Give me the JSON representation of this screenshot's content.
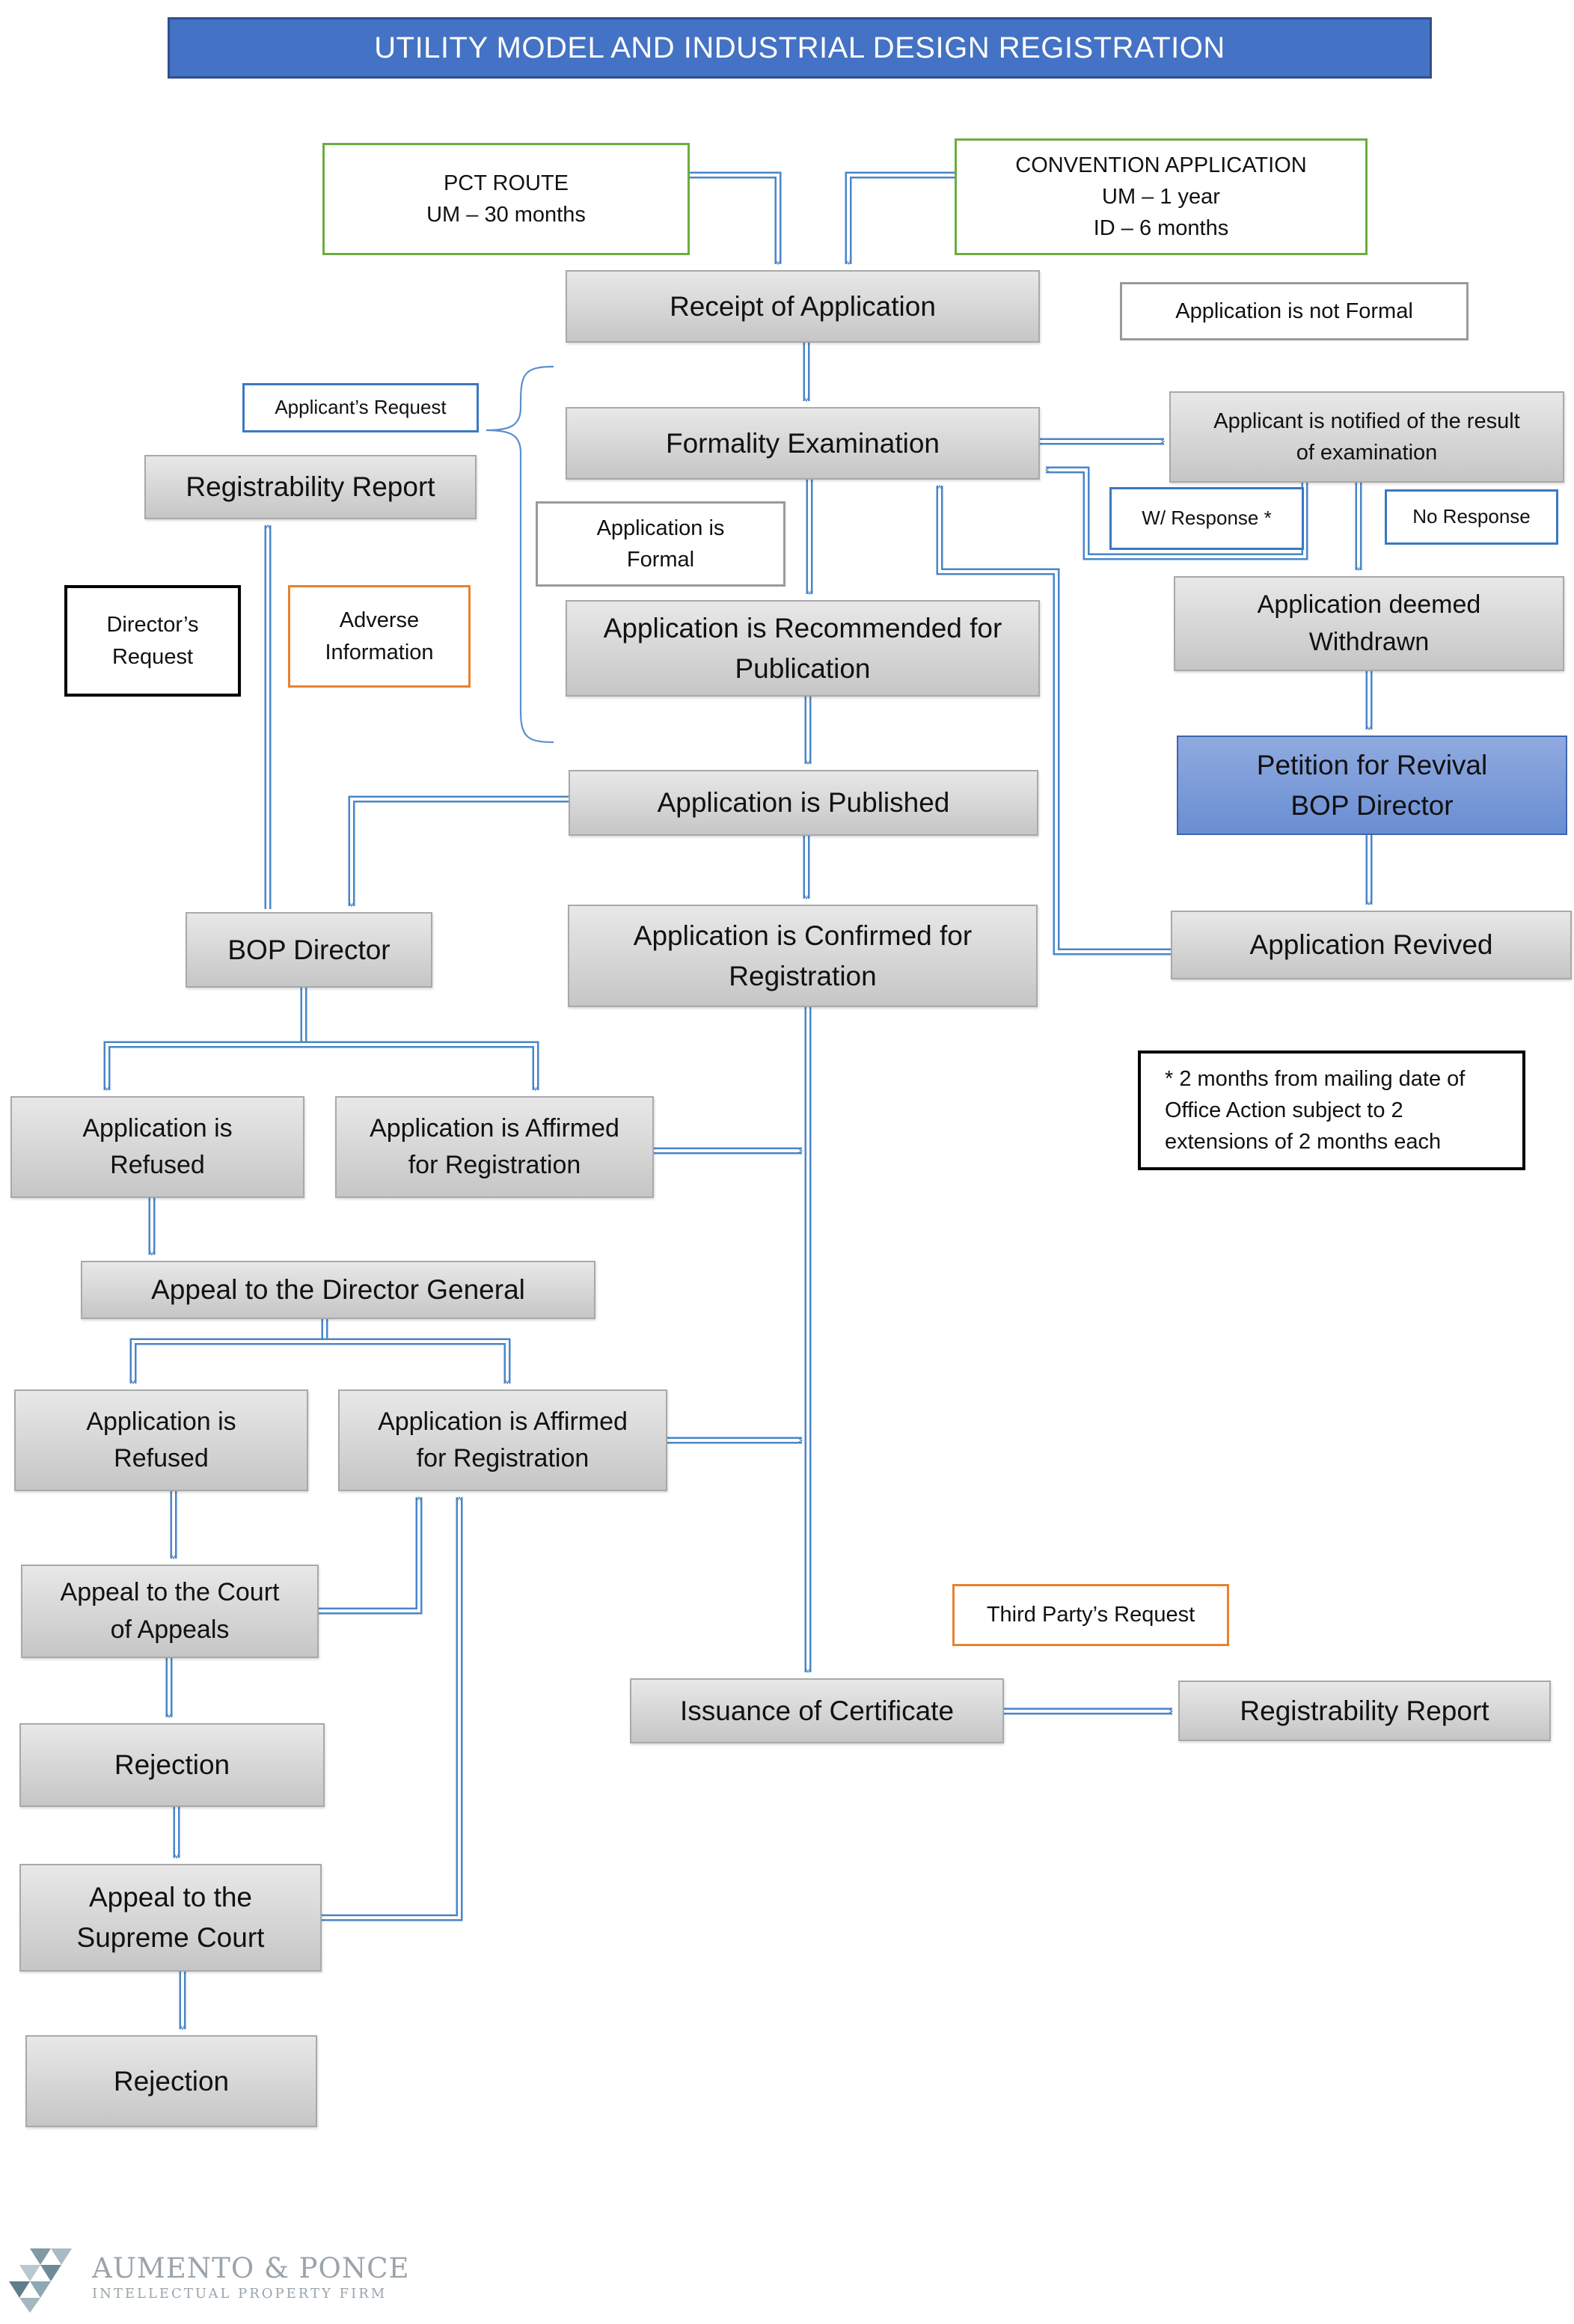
{
  "title": "UTILITY MODEL AND INDUSTRIAL DESIGN REGISTRATION",
  "colors": {
    "title_bar": "#4472c4",
    "arrow": "#4a86c8",
    "process_box": "#d0d0d0",
    "petition_box": "#7b9bd9",
    "green_outline": "#6cad3f",
    "orange_outline": "#e8822f",
    "blue_outline": "#3b78c4"
  },
  "nodes": {
    "pct_route": "PCT ROUTE\nUM – 30 months",
    "convention_application": "CONVENTION APPLICATION\nUM – 1 year\nID – 6 months",
    "receipt_of_application": "Receipt of Application",
    "application_not_formal": "Application is not Formal",
    "applicants_request": "Applicant’s Request",
    "formality_examination": "Formality Examination",
    "applicant_notified": "Applicant is notified of the result\nof examination",
    "registrability_report_top": "Registrability Report",
    "application_formal": "Application is\nFormal",
    "w_response": "W/ Response *",
    "no_response": "No Response",
    "directors_request": "Director’s\nRequest",
    "adverse_information": "Adverse\nInformation",
    "recommended_for_publication": "Application is Recommended for\nPublication",
    "deemed_withdrawn": "Application deemed\nWithdrawn",
    "application_published": "Application is Published",
    "petition_for_revival": "Petition for Revival\nBOP Director",
    "bop_director": "BOP Director",
    "confirmed_for_registration": "Application is Confirmed for\nRegistration",
    "application_revived": "Application Revived",
    "footnote": "* 2 months from mailing date of\nOffice Action subject to 2\nextensions of 2 months each",
    "refused_1": "Application is\nRefused",
    "affirmed_1": "Application is Affirmed\nfor Registration",
    "appeal_director_general": "Appeal to the Director General",
    "refused_2": "Application is\nRefused",
    "affirmed_2": "Application is Affirmed\nfor Registration",
    "appeal_court_of_appeals": "Appeal to the Court\nof Appeals",
    "third_party_request": "Third Party’s Request",
    "issuance_of_certificate": "Issuance of Certificate",
    "registrability_report_bottom": "Registrability Report",
    "rejection_1": "Rejection",
    "appeal_supreme_court": "Appeal to the\nSupreme Court",
    "rejection_2": "Rejection"
  },
  "logo": {
    "name": "AUMENTO & PONCE",
    "tagline": "INTELLECTUAL PROPERTY FIRM"
  }
}
